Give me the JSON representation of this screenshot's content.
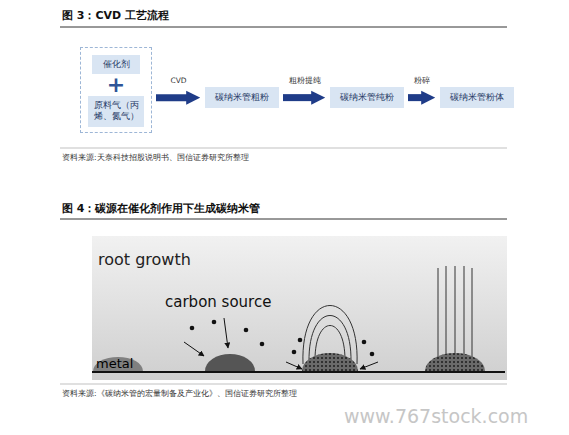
{
  "diagram": {
    "nodes": [
      {
        "text": [
          "+"
        ]
      },
      {
        "text": [
          "催化剂"
        ],
        "in": 0
      },
      {
        "text": [
          "原料气（丙烯、氮气）"
        ],
        "in": 0
      },
      {
        "text": [
          "碳纳米管粗粉"
        ]
      },
      {
        "text": [
          "碳纳米管纯粉"
        ]
      },
      {
        "text": [
          "碳纳米管粉体"
        ]
      }
    ],
    "edges": [
      {
        "from": 0,
        "to": 3,
        "label": "CVD",
        "arrow": "to"
      },
      {
        "from": 3,
        "to": 4,
        "label": "粗粉提纯",
        "arrow": "to"
      },
      {
        "from": 4,
        "to": 5,
        "label": "粉碎",
        "arrow": "to"
      }
    ],
    "labels": [
      "图 3：CVD 工艺流程",
      "资料来源:天奈科技招股说明书、国信证券研究所整理",
      "图 4：碳源在催化剂作用下生成碳纳米管",
      "root growth",
      "carbon source",
      "metal",
      "资料来源:《碳纳米管的宏量制备及产业化》、国信证券研究所整理",
      "www.767stock.com"
    ]
  }
}
